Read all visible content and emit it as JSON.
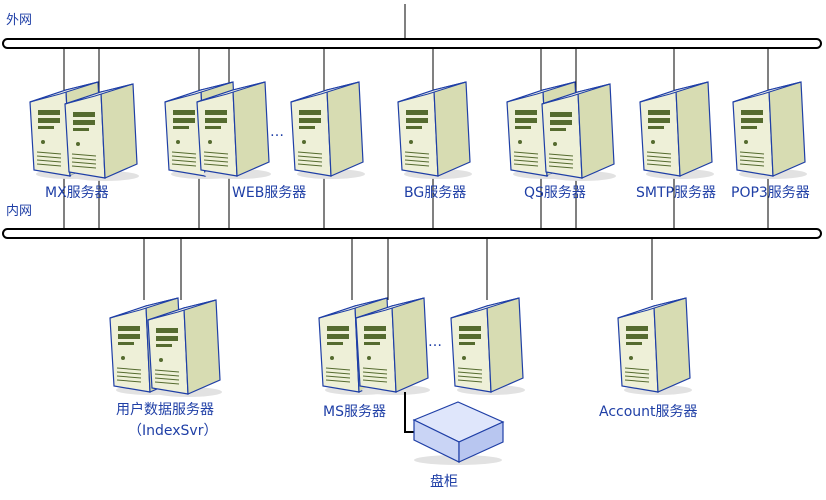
{
  "networks": {
    "external": "外网",
    "internal": "内网"
  },
  "labels": {
    "mx": "MX服务器",
    "web": "WEB服务器",
    "bg": "BG服务器",
    "qs": "QS服务器",
    "smtp": "SMTP服务器",
    "pop3": "POP3服务器",
    "userdata": "用户数据服务器",
    "userdata_sub": "（IndexSvr）",
    "ms": "MS服务器",
    "account": "Account服务器",
    "disk": "盘柜"
  },
  "ellipsis": "…",
  "colors": {
    "bus_stroke": "#000000",
    "bus_fill": "#ffffff",
    "server_outline": "#1f3fa6",
    "server_face": "#d7dcb2",
    "server_side": "#eef0d8",
    "server_top": "#f6f7ea",
    "label": "#1f3fa6",
    "disk_top": "#dfe6fb",
    "disk_side": "#b8c6f0"
  }
}
